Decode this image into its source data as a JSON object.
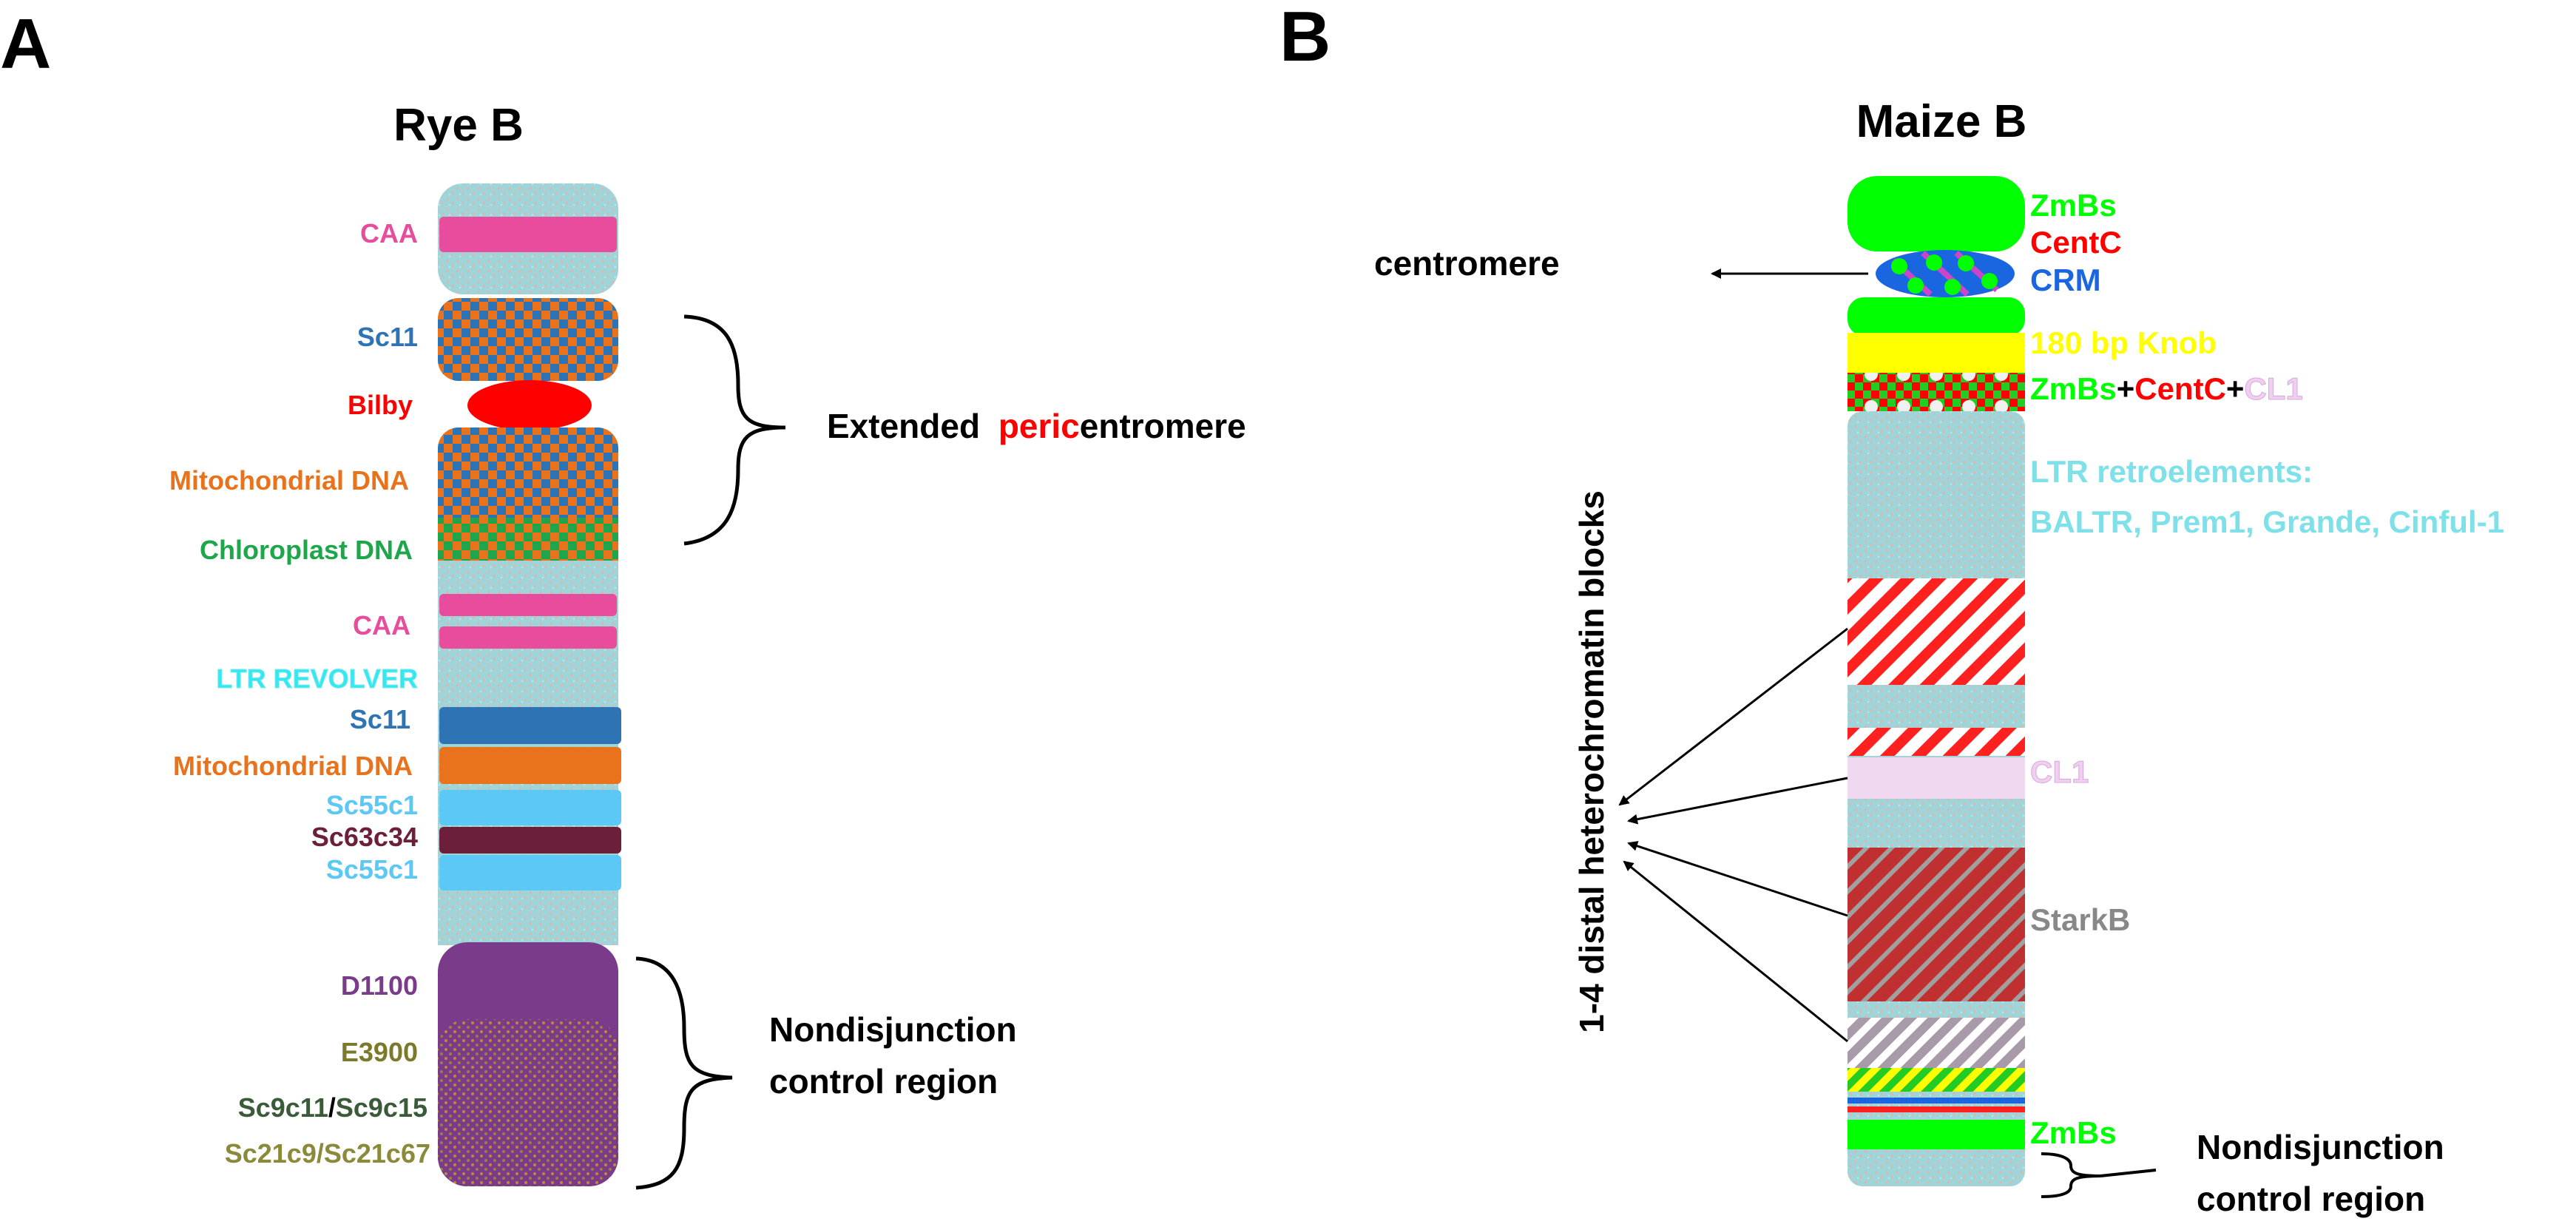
{
  "panel_a": {
    "letter": "A",
    "title": "Rye B",
    "labels": {
      "caa_top": "CAA",
      "sc11_top": "Sc11",
      "bilby": "Bilby",
      "mito_top": "Mitochondrial DNA",
      "chloro": "Chloroplast DNA",
      "caa_mid": "CAA",
      "ltr_revolver": "LTR REVOLVER",
      "sc11_mid": "Sc11",
      "mito_mid": "Mitochondrial DNA",
      "sc55c1_a": "Sc55c1",
      "sc63c34": "Sc63c34",
      "sc55c1_b": "Sc55c1",
      "d1100": "D1100",
      "e3900": "E3900",
      "sc9c11": "Sc9c11",
      "slash1": "/",
      "sc9c15": "Sc9c15",
      "sc21": "Sc21c9/Sc21c67"
    },
    "bracket_peri": {
      "pre": "Extended ",
      "red": "peric",
      "post": "entromere"
    },
    "bracket_nd": {
      "line1": "Nondisjunction",
      "line2": "control region"
    }
  },
  "panel_b": {
    "letter": "B",
    "title": "Maize B",
    "centromere_label": "centromere",
    "labels": {
      "zmbs_top": "ZmBs",
      "centc": "CentC",
      "crm": "CRM",
      "knob": "180 bp Knob",
      "mix_zmbs": "ZmBs",
      "mix_plus1": "+",
      "mix_centc": "CentC",
      "mix_plus2": "+",
      "mix_cl1": "CL1",
      "ltr_line1": "LTR retroelements:",
      "ltr_line2": "BALTR, Prem1, Grande, Cinful-1",
      "cl1": "CL1",
      "starkb": "StarkB",
      "zmbs_bottom": "ZmBs"
    },
    "side_label": "1-4 distal heterochromatin blocks",
    "bracket_nd": {
      "line1": "Nondisjunction",
      "line2": "control region"
    }
  },
  "colors": {
    "caa": "#e84c9c",
    "sc11": "#2e74b5",
    "bilby": "#ff0000",
    "mito": "#e8731c",
    "chloro": "#1ea64a",
    "ltr_revolver": "#33e8f0",
    "sc55c1": "#5bc8f5",
    "sc63c34": "#6b1f3a",
    "d1100": "#7a3b8a",
    "e3900": "#7a7a2a",
    "sc9c": "#3a5a3a",
    "sc21": "#8a8a3a",
    "zmbs": "#00ff00",
    "centc": "#ff0000",
    "crm": "#1a66e0",
    "knob": "#ffff00",
    "cl1": "#f0d0f0",
    "ltr_retro": "#7ee0e8",
    "starkb": "#888888"
  }
}
